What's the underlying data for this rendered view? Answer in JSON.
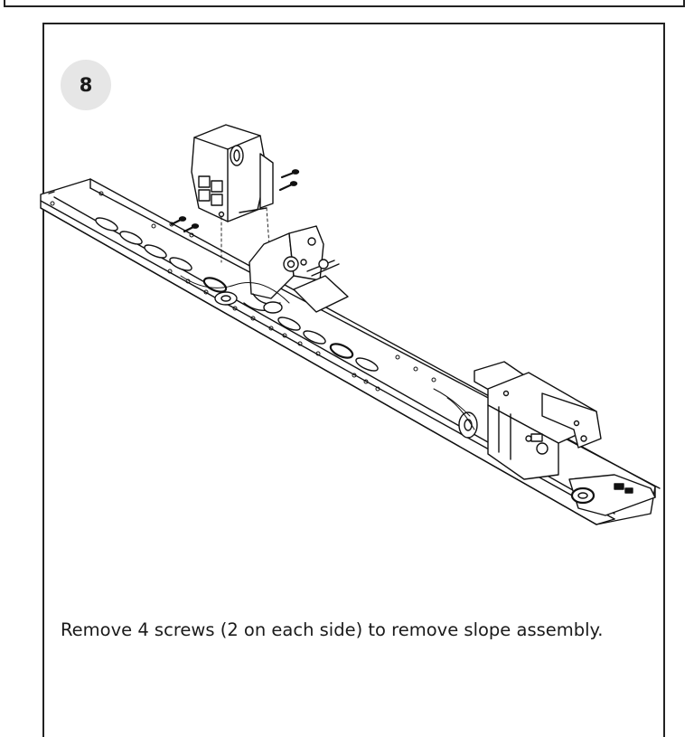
{
  "step": {
    "number": "8",
    "instruction": "Remove 4 screws (2 on each side) to remove slope assembly."
  },
  "illustration": {
    "subject": "motor-rail-assembly-with-slope-bracket"
  }
}
